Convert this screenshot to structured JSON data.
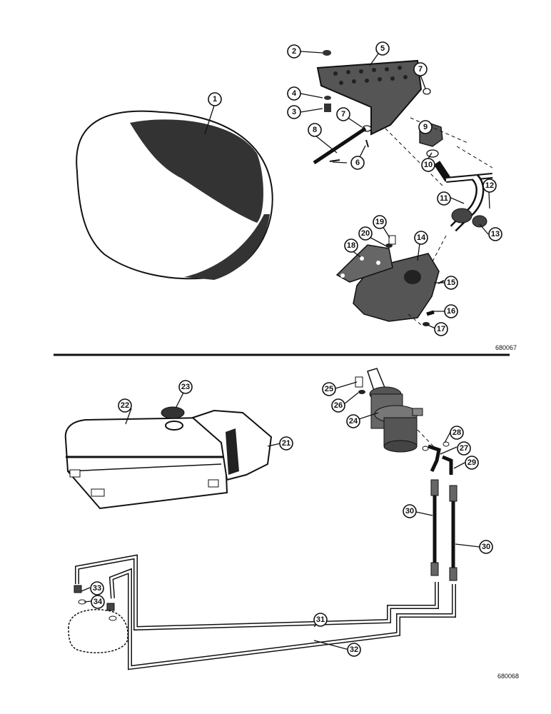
{
  "figures": [
    {
      "id": "680067"
    },
    {
      "id": "680068"
    }
  ],
  "callouts": [
    "1",
    "2",
    "3",
    "4",
    "5",
    "6",
    "7",
    "7",
    "8",
    "9",
    "10",
    "11",
    "12",
    "13",
    "14",
    "15",
    "16",
    "17",
    "18",
    "19",
    "20",
    "21",
    "22",
    "23",
    "24",
    "25",
    "26",
    "27",
    "28",
    "29",
    "30",
    "30",
    "31",
    "32",
    "33",
    "34"
  ]
}
